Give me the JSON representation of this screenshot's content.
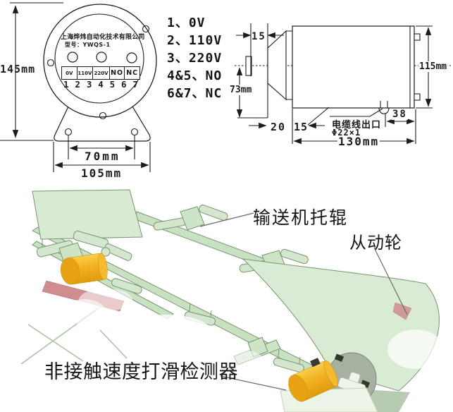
{
  "front_view": {
    "company": "上海烨炜自动化技术有限公司",
    "model": "型号：YWQS-1",
    "terminal_cells": [
      "0V",
      "110V",
      "220V",
      "NO",
      "NC"
    ],
    "terminal_numbers": [
      "1",
      "2",
      "3",
      "4",
      "5",
      "6",
      "7"
    ],
    "dim_height": "145mm",
    "dim_hole_spacing": "70mm",
    "dim_base_width": "105mm"
  },
  "wiring_legend": {
    "items": [
      "1、0V",
      "2、110V",
      "3、220V",
      "4&5、NO",
      "6&7、NC"
    ]
  },
  "side_view": {
    "dim_tip": "15",
    "dim_height": "115mm",
    "dim_axis_to_base": "73mm",
    "dim_20": "20",
    "dim_15": "15",
    "dim_38": "38",
    "dim_length": "130mm",
    "cable_outlet_label": "电缆线出口",
    "cable_outlet_spec": "Φ22×1"
  },
  "illustration": {
    "label_idler": "输送机托辊",
    "label_driven_wheel": "从动轮",
    "label_detector": "非接触速度打滑检测器",
    "colors": {
      "machine_green": "#cfe5c9",
      "machine_green_light": "#d9ebd4",
      "outline_green": "#76966e",
      "sensor_yellow": "#f1ad1c",
      "pulley_grey": "#a6b1a2",
      "belt_pink": "#cf8d8d"
    }
  }
}
